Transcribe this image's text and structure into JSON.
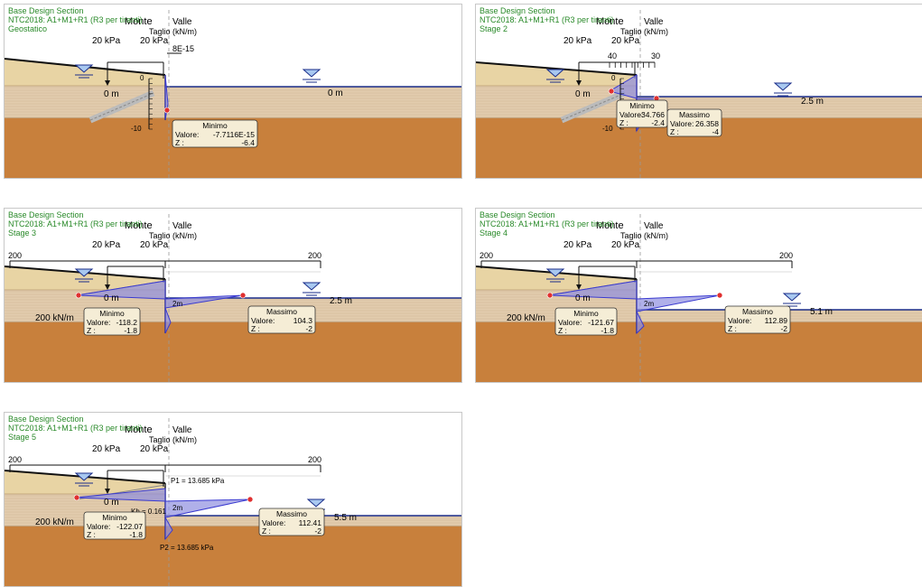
{
  "common": {
    "header_line1": "Base Design Section",
    "header_line2": "NTC2018: A1+M1+R1 (R3 per tiranti)",
    "monte_label": "Monte",
    "valle_label": "Valle",
    "taglio_label": "Taglio (kN/m)",
    "load_label_left": "20 kPa",
    "load_label_right": "20 kPa",
    "colors": {
      "header": "#2a8a2a",
      "sand": "#e8d4a4",
      "sand_band": "#e2ccae",
      "clay": "#c8803c",
      "water_line": "#1a2d8a",
      "diagram_fill": "#8f8fe0",
      "diagram_stroke": "#3a3ad0",
      "callout_bg": "#f5edd6",
      "callout_border": "#333333",
      "marker": "#e03030"
    },
    "icons": [
      "water-table-icon",
      "anchor-icon",
      "extreme-marker-icon"
    ]
  },
  "panels": [
    {
      "stage": "Geostatico",
      "scale_left": "",
      "scale_right": "8E-15",
      "depth_left": "0 m",
      "depth_right": "0 m",
      "tick_zero": "0",
      "tick_minus10": "-10",
      "callouts": [
        {
          "title": "Minimo",
          "valore_label": "Valore:",
          "valore": "-7.7116E-15",
          "z_label": "Z :",
          "z": "-6.4"
        }
      ],
      "extras": {
        "force_label": "",
        "p1_label": "",
        "p2_label": "",
        "kh_label": "",
        "m2_label": ""
      }
    },
    {
      "stage": "Stage 2",
      "scale_left": "40",
      "scale_right": "30",
      "depth_left": "0 m",
      "depth_right": "2.5 m",
      "tick_zero": "0",
      "tick_minus10": "-10",
      "callouts": [
        {
          "title": "Minimo",
          "valore_label": "Valore:",
          "valore": "-34.766",
          "z_label": "Z :",
          "z": "-2.4"
        },
        {
          "title": "Massimo",
          "valore_label": "Valore:",
          "valore": "26.358",
          "z_label": "Z :",
          "z": "-4"
        }
      ],
      "extras": {
        "force_label": "",
        "p1_label": "",
        "p2_label": "",
        "kh_label": "",
        "m2_label": ""
      }
    },
    {
      "stage": "Stage 3",
      "scale_left": "200",
      "scale_right": "200",
      "depth_left": "0 m",
      "depth_right": "2.5 m",
      "tick_zero": "",
      "tick_minus10": "",
      "callouts": [
        {
          "title": "Minimo",
          "valore_label": "Valore:",
          "valore": "-118.2",
          "z_label": "Z :",
          "z": "-1.8"
        },
        {
          "title": "Massimo",
          "valore_label": "Valore:",
          "valore": "104.3",
          "z_label": "Z :",
          "z": "-2"
        }
      ],
      "extras": {
        "force_label": "200 kN/m",
        "p1_label": "",
        "p2_label": "",
        "kh_label": "",
        "m2_label": "2m"
      }
    },
    {
      "stage": "Stage 4",
      "scale_left": "200",
      "scale_right": "200",
      "depth_left": "0 m",
      "depth_right": "5.1 m",
      "tick_zero": "",
      "tick_minus10": "",
      "callouts": [
        {
          "title": "Minimo",
          "valore_label": "Valore:",
          "valore": "-121.67",
          "z_label": "Z :",
          "z": "-1.8"
        },
        {
          "title": "Massimo",
          "valore_label": "Valore:",
          "valore": "112.89",
          "z_label": "Z :",
          "z": "-2"
        }
      ],
      "extras": {
        "force_label": "200 kN/m",
        "p1_label": "",
        "p2_label": "",
        "kh_label": "",
        "m2_label": "2m"
      }
    },
    {
      "stage": "Stage 5",
      "scale_left": "200",
      "scale_right": "200",
      "depth_left": "0 m",
      "depth_right": "5.5 m",
      "tick_zero": "",
      "tick_minus10": "",
      "callouts": [
        {
          "title": "Minimo",
          "valore_label": "Valore:",
          "valore": "-122.07",
          "z_label": "Z :",
          "z": "-1.8"
        },
        {
          "title": "Massimo",
          "valore_label": "Valore:",
          "valore": "112.41",
          "z_label": "Z :",
          "z": "-2"
        }
      ],
      "extras": {
        "force_label": "200 kN/m",
        "p1_label": "P1 = 13.685 kPa",
        "p2_label": "P2 = 13.685 kPa",
        "kh_label": "Kh = 0.161",
        "m2_label": "2m"
      }
    }
  ]
}
